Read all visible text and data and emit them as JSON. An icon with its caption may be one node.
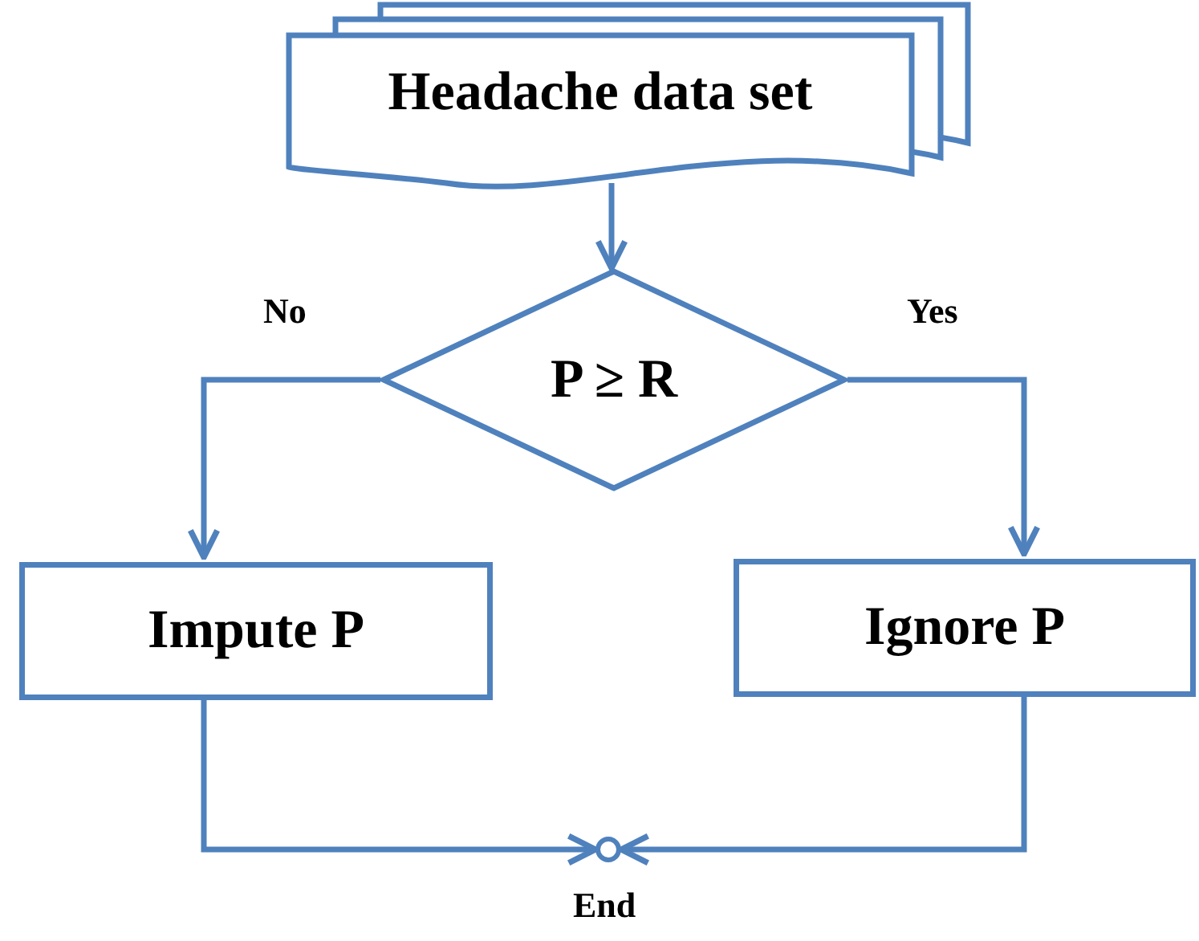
{
  "diagram": {
    "nodes": [
      {
        "text": [
          "Headache data set"
        ]
      },
      {
        "text": [
          "P ≥ R"
        ]
      },
      {
        "text": [
          "Impute P"
        ]
      },
      {
        "text": [
          "Ignore P"
        ]
      },
      {
        "text": [],
        "shape": "circle",
        "beside": [
          "End"
        ]
      }
    ],
    "edges": [
      {
        "from": 0,
        "to": 1,
        "arrow": "to"
      },
      {
        "from": 1,
        "to": 2,
        "arrow": "to",
        "label": "No"
      },
      {
        "from": 1,
        "to": 3,
        "arrow": "to",
        "label": "Yes"
      },
      {
        "from": 2,
        "to": 4,
        "arrow": "to"
      },
      {
        "from": 3,
        "to": 4,
        "arrow": "to"
      }
    ]
  }
}
